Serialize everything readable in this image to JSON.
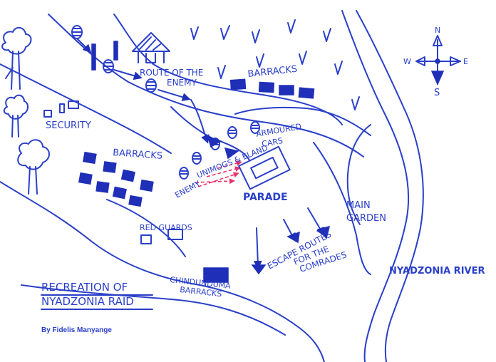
{
  "labels": {
    "route_line1": "ROUTE OF THE",
    "route_line2": "ENEMY",
    "barracks_top": "BARRACKS",
    "barracks_left": "BARRACKS",
    "security": "SECURITY",
    "armoured_line1": "ARMOURED",
    "armoured_line2": "CARS",
    "unimogs": "UNIMOGS & ELAND",
    "enemy": "ENEMY",
    "parade": "PARADE",
    "main_line1": "MAIN",
    "main_line2": "GARDEN",
    "red_guards": "RED GUARDS",
    "escape_line1": "ESCAPE ROUTES",
    "escape_line2": "FOR THE",
    "escape_line3": "COMRADES",
    "chindunduma_line1": "CHINDUNDUMA",
    "chindunduma_line2": "BARRACKS",
    "river": "NYADZONIA RIVER",
    "title_line1": "RECREATION OF",
    "title_line2": "NYADZONIA RAID",
    "credit": "By Fidelis Manyange"
  },
  "compass": {
    "north": "N",
    "south": "S",
    "east": "E",
    "west": "W"
  },
  "colors": {
    "ink": "#2a3fc9",
    "fill": "#1f2fb8",
    "enemy_fire": "#e8336b"
  }
}
